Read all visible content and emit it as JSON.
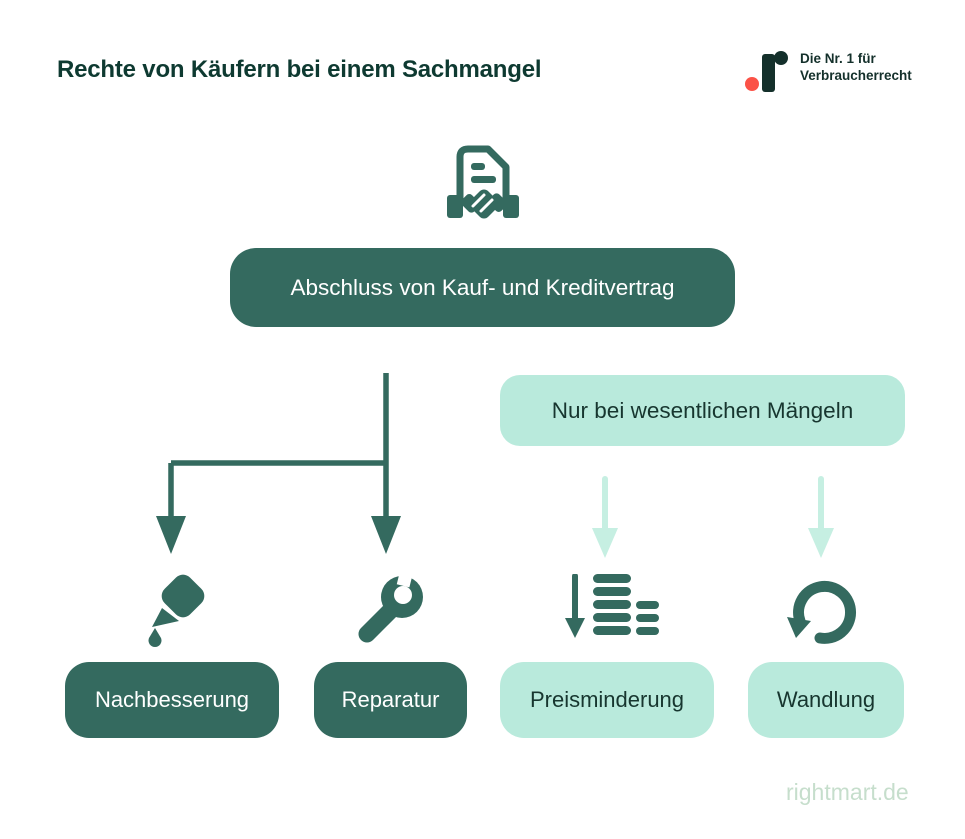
{
  "header": {
    "title": "Rechte von Käufern bei einem Sachmangel",
    "brand": {
      "tagline_line1": "Die Nr. 1 für",
      "tagline_line2": "Verbraucherrecht"
    }
  },
  "diagram": {
    "contract_icon": "document-with-handshake",
    "root_box": "Abschluss von Kauf- und Kreditvertrag",
    "condition_box": "Nur bei wesentlichen Mängeln",
    "outcomes": [
      {
        "label": "Nachbesserung",
        "variant": "dark",
        "icon": "glue-bottle"
      },
      {
        "label": "Reparatur",
        "variant": "dark",
        "icon": "wrench"
      },
      {
        "label": "Preisminderung",
        "variant": "light",
        "icon": "price-reduction-bars"
      },
      {
        "label": "Wandlung",
        "variant": "light",
        "icon": "circular-return-arrow"
      }
    ]
  },
  "footer": {
    "site": "rightmart.de"
  },
  "colors": {
    "dark-teal": "#346A5F",
    "mint": "#B9EADC",
    "mint-arrow": "#C6EFE2",
    "title-ink": "#0E3A31",
    "mint-ink": "#17362F",
    "logo-ink": "#14302B",
    "logo-coral": "#FB5247",
    "footer-green": "#C6DECC"
  }
}
